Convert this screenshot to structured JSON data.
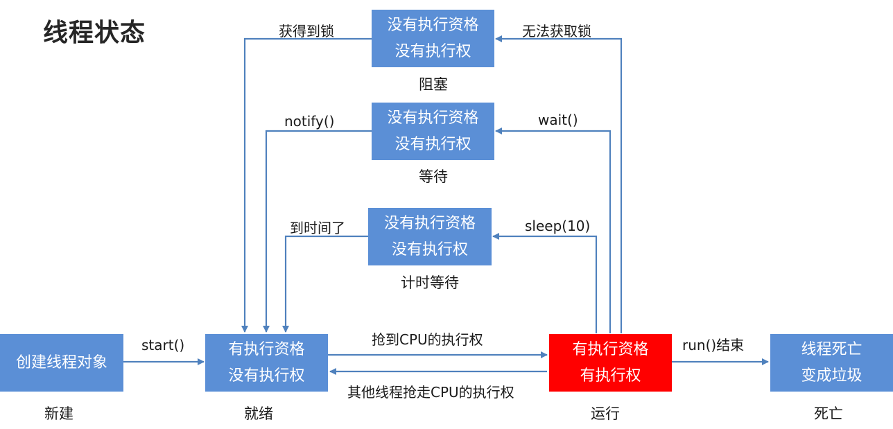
{
  "title": "线程状态",
  "states": {
    "new": {
      "line1": "创建线程对象",
      "caption": "新建"
    },
    "runnable": {
      "line1": "有执行资格",
      "line2": "没有执行权",
      "caption": "就绪"
    },
    "running": {
      "line1": "有执行资格",
      "line2": "有执行权",
      "caption": "运行"
    },
    "dead": {
      "line1": "线程死亡",
      "line2": "变成垃圾",
      "caption": "死亡"
    },
    "blocked": {
      "line1": "没有执行资格",
      "line2": "没有执行权",
      "caption": "阻塞"
    },
    "waiting": {
      "line1": "没有执行资格",
      "line2": "没有执行权",
      "caption": "等待"
    },
    "timed_waiting": {
      "line1": "没有执行资格",
      "line2": "没有执行权",
      "caption": "计时等待"
    }
  },
  "transitions": {
    "start": "start()",
    "grab_cpu": "抢到CPU的执行权",
    "lose_cpu": "其他线程抢走CPU的执行权",
    "run_end": "run()结束",
    "get_lock": "获得到锁",
    "no_lock": "无法获取锁",
    "notify": "notify()",
    "wait": "wait()",
    "time_up": "到时间了",
    "sleep": "sleep(10)"
  },
  "colors": {
    "box_blue": "#5b8fd6",
    "box_red": "#ff0000",
    "arrow": "#4f81bd"
  }
}
